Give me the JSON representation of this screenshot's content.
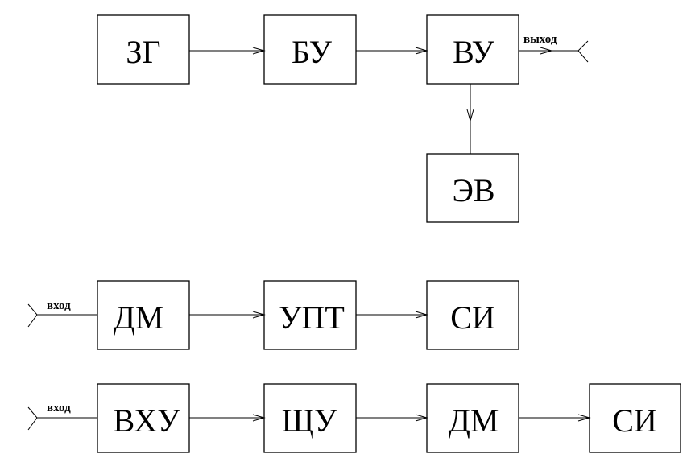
{
  "diagram_1": {
    "blocks": {
      "zg": "ЗГ",
      "bu": "БУ",
      "vu": "ВУ",
      "ev": "ЭВ"
    },
    "output_label": "выход"
  },
  "diagram_2": {
    "input_label": "вход",
    "blocks": {
      "dm": "ДМ",
      "upt": "УПТ",
      "si": "СИ"
    }
  },
  "diagram_3": {
    "input_label": "вход",
    "blocks": {
      "vhu": "ВХУ",
      "shchu": "ЩУ",
      "dm": "ДМ",
      "si": "СИ"
    }
  }
}
